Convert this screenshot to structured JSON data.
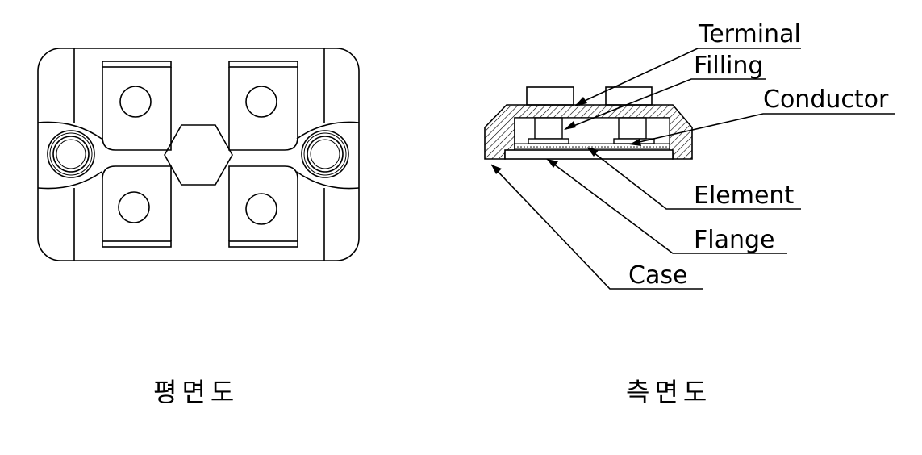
{
  "plan_view": {
    "caption": "평면도"
  },
  "side_view": {
    "caption": "측면도",
    "labels": {
      "terminal": "Terminal",
      "filling": "Filling",
      "conductor": "Conductor",
      "element": "Element",
      "flange": "Flange",
      "case": "Case"
    }
  }
}
